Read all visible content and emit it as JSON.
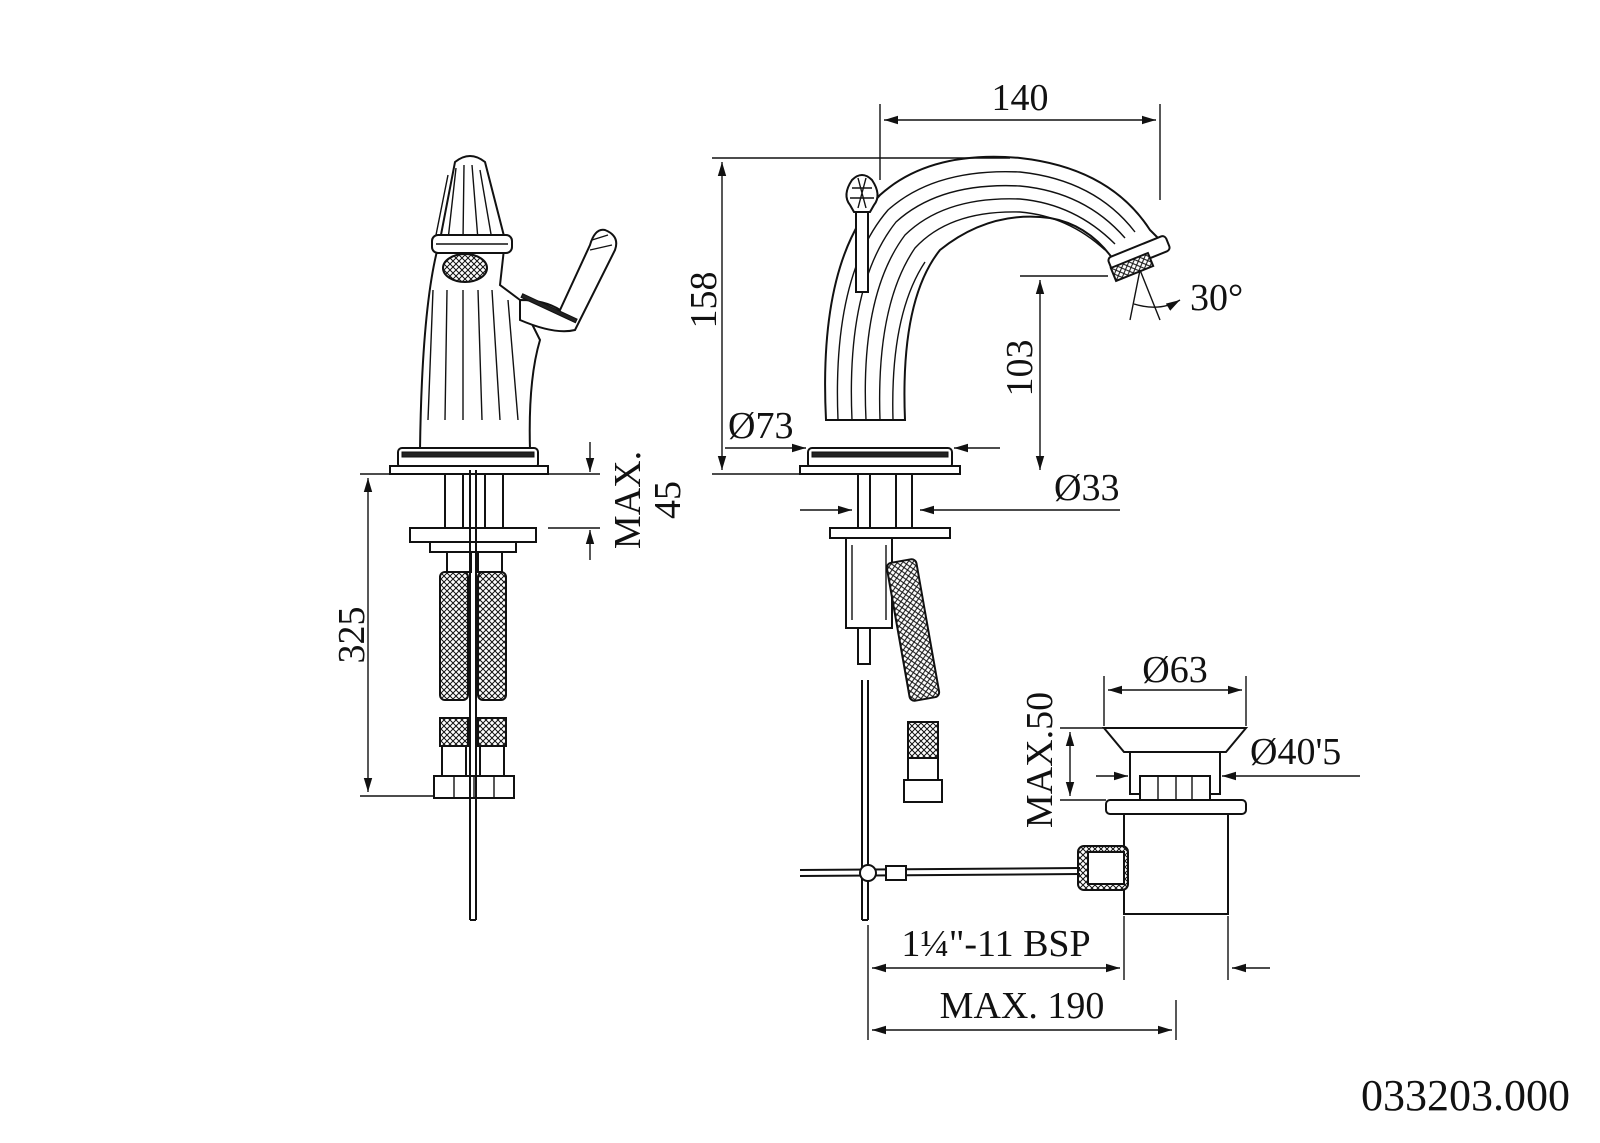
{
  "dimensions": {
    "spout_reach": "140",
    "overall_height": "158",
    "spout_height": "103",
    "spout_angle": "30°",
    "base_diameter": "Ø73",
    "hole_diameter": "Ø33",
    "deck_thickness": "MAX.",
    "deck_thickness_value": "45",
    "hose_length": "325",
    "drain_flange": "Ø63",
    "drain_body": "Ø40'5",
    "drain_deck": "MAX.50",
    "drain_thread": "1¼\"-11 BSP",
    "rod_length": "MAX. 190"
  },
  "product_code": "033203.000"
}
